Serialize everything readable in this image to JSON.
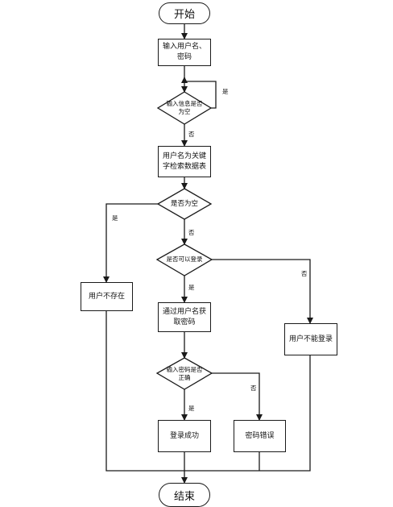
{
  "start": {
    "label": "开始"
  },
  "end": {
    "label": "结束"
  },
  "steps": {
    "input": {
      "line1": "输入用户名、",
      "line2": "密码"
    },
    "search": {
      "line1": "用户名为关键",
      "line2": "字检索数据表"
    },
    "fetch": {
      "line1": "通过用户名获",
      "line2": "取密码"
    },
    "not_exist": {
      "label": "用户不存在"
    },
    "cannot_login": {
      "label": "用户不能登录"
    },
    "success": {
      "label": "登录成功"
    },
    "wrong": {
      "label": "密码错误"
    }
  },
  "decisions": {
    "input_empty": {
      "line1": "输入信息是否",
      "line2": "为空"
    },
    "result_empty": {
      "label": "是否为空"
    },
    "can_login": {
      "label": "是否可以登录"
    },
    "pwd_correct": {
      "line1": "输入密码是否",
      "line2": "正确"
    }
  },
  "edge_labels": {
    "yes": "是",
    "no": "否"
  }
}
